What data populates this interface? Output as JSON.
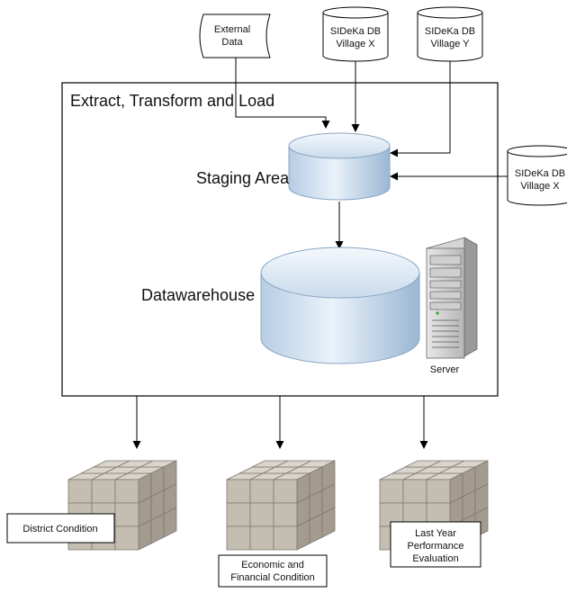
{
  "etl": {
    "title": "Extract, Transform and Load"
  },
  "sources": {
    "external": {
      "line1": "External",
      "line2": "Data"
    },
    "db_x_top": {
      "line1": "SIDeKa DB",
      "line2": "Village X"
    },
    "db_y_top": {
      "line1": "SIDeKa DB",
      "line2": "Village Y"
    },
    "db_x_right": {
      "line1": "SIDeKa DB",
      "line2": "Village X"
    }
  },
  "staging": {
    "label": "Staging Area"
  },
  "datawarehouse": {
    "label": "Datawarehouse"
  },
  "server": {
    "label": "Server"
  },
  "cubes": {
    "district": {
      "line1": "District Condition"
    },
    "economic": {
      "line1": "Economic and",
      "line2": "Financial Condition"
    },
    "evaluation": {
      "line1": "Last Year",
      "line2": "Performance",
      "line3": "Evaluation"
    }
  },
  "colors": {
    "cylinder_light": "#eef4fb",
    "cylinder_dark": "#9fbcd8",
    "cube_top": "#d9d4cc",
    "cube_front": "#c4bdb2",
    "cube_side": "#a39b90"
  }
}
